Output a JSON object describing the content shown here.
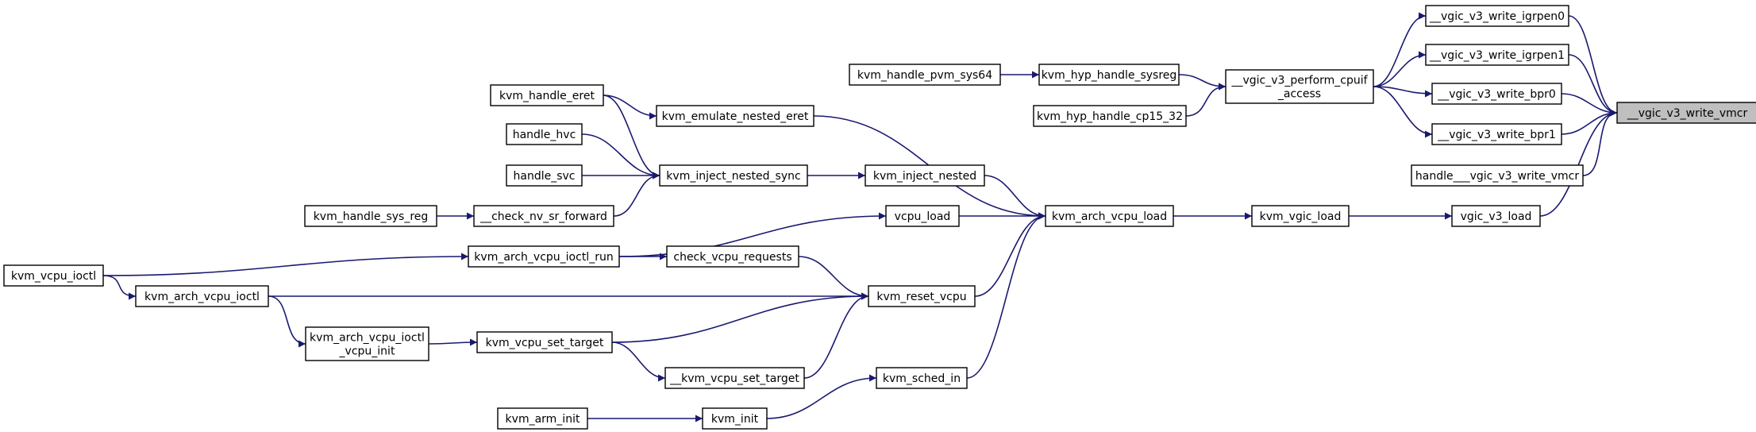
{
  "graph": {
    "edge_color": "#191970",
    "focus_fill": "#bfbfbf",
    "nodes": [
      {
        "id": "n_vmcr",
        "lines": [
          "__vgic_v3_write_vmcr"
        ],
        "focus": true
      },
      {
        "id": "n_igrpen0",
        "lines": [
          "__vgic_v3_write_igrpen0"
        ]
      },
      {
        "id": "n_igrpen1",
        "lines": [
          "__vgic_v3_write_igrpen1"
        ]
      },
      {
        "id": "n_bpr0",
        "lines": [
          "__vgic_v3_write_bpr0"
        ]
      },
      {
        "id": "n_bpr1",
        "lines": [
          "__vgic_v3_write_bpr1"
        ]
      },
      {
        "id": "n_handle_vmcr",
        "lines": [
          "handle___vgic_v3_write_vmcr"
        ]
      },
      {
        "id": "n_vgic_v3_load",
        "lines": [
          "vgic_v3_load"
        ]
      },
      {
        "id": "n_cpuif",
        "lines": [
          "__vgic_v3_perform_cpuif",
          "_access"
        ]
      },
      {
        "id": "n_kvm_vgic_load",
        "lines": [
          "kvm_vgic_load"
        ]
      },
      {
        "id": "n_hyp_sysreg",
        "lines": [
          "kvm_hyp_handle_sysreg"
        ]
      },
      {
        "id": "n_hyp_cp15",
        "lines": [
          "kvm_hyp_handle_cp15_32"
        ]
      },
      {
        "id": "n_pvm_sys64",
        "lines": [
          "kvm_handle_pvm_sys64"
        ]
      },
      {
        "id": "n_arch_vcpu_load",
        "lines": [
          "kvm_arch_vcpu_load"
        ]
      },
      {
        "id": "n_emul_eret",
        "lines": [
          "kvm_emulate_nested_eret"
        ]
      },
      {
        "id": "n_inject_nested",
        "lines": [
          "kvm_inject_nested"
        ]
      },
      {
        "id": "n_vcpu_load",
        "lines": [
          "vcpu_load"
        ]
      },
      {
        "id": "n_reset_vcpu",
        "lines": [
          "kvm_reset_vcpu"
        ]
      },
      {
        "id": "n_sched_in",
        "lines": [
          "kvm_sched_in"
        ]
      },
      {
        "id": "n_handle_eret",
        "lines": [
          "kvm_handle_eret"
        ]
      },
      {
        "id": "n_inject_sync",
        "lines": [
          "kvm_inject_nested_sync"
        ]
      },
      {
        "id": "n_handle_hvc",
        "lines": [
          "handle_hvc"
        ]
      },
      {
        "id": "n_handle_svc",
        "lines": [
          "handle_svc"
        ]
      },
      {
        "id": "n_check_nv",
        "lines": [
          "__check_nv_sr_forward"
        ]
      },
      {
        "id": "n_sys_reg",
        "lines": [
          "kvm_handle_sys_reg"
        ]
      },
      {
        "id": "n_ioctl_run",
        "lines": [
          "kvm_arch_vcpu_ioctl_run"
        ]
      },
      {
        "id": "n_check_req",
        "lines": [
          "check_vcpu_requests"
        ]
      },
      {
        "id": "n_vcpu_ioctl",
        "lines": [
          "kvm_vcpu_ioctl"
        ]
      },
      {
        "id": "n_arch_ioctl",
        "lines": [
          "kvm_arch_vcpu_ioctl"
        ]
      },
      {
        "id": "n_ioctl_init",
        "lines": [
          "kvm_arch_vcpu_ioctl",
          "_vcpu_init"
        ]
      },
      {
        "id": "n_set_target",
        "lines": [
          "kvm_vcpu_set_target"
        ]
      },
      {
        "id": "n_set_target2",
        "lines": [
          "__kvm_vcpu_set_target"
        ]
      },
      {
        "id": "n_kvm_init",
        "lines": [
          "kvm_init"
        ]
      },
      {
        "id": "n_arm_init",
        "lines": [
          "kvm_arm_init"
        ]
      }
    ],
    "edges": [
      [
        "n_igrpen0",
        "n_vmcr"
      ],
      [
        "n_igrpen1",
        "n_vmcr"
      ],
      [
        "n_bpr0",
        "n_vmcr"
      ],
      [
        "n_bpr1",
        "n_vmcr"
      ],
      [
        "n_handle_vmcr",
        "n_vmcr"
      ],
      [
        "n_vgic_v3_load",
        "n_vmcr"
      ],
      [
        "n_cpuif",
        "n_igrpen0"
      ],
      [
        "n_cpuif",
        "n_igrpen1"
      ],
      [
        "n_cpuif",
        "n_bpr0"
      ],
      [
        "n_cpuif",
        "n_bpr1"
      ],
      [
        "n_hyp_sysreg",
        "n_cpuif"
      ],
      [
        "n_hyp_cp15",
        "n_cpuif"
      ],
      [
        "n_pvm_sys64",
        "n_hyp_sysreg"
      ],
      [
        "n_kvm_vgic_load",
        "n_vgic_v3_load"
      ],
      [
        "n_arch_vcpu_load",
        "n_kvm_vgic_load"
      ],
      [
        "n_emul_eret",
        "n_arch_vcpu_load"
      ],
      [
        "n_inject_nested",
        "n_arch_vcpu_load"
      ],
      [
        "n_vcpu_load",
        "n_arch_vcpu_load"
      ],
      [
        "n_reset_vcpu",
        "n_arch_vcpu_load"
      ],
      [
        "n_sched_in",
        "n_arch_vcpu_load"
      ],
      [
        "n_handle_eret",
        "n_emul_eret"
      ],
      [
        "n_inject_sync",
        "n_inject_nested"
      ],
      [
        "n_handle_eret",
        "n_inject_sync"
      ],
      [
        "n_handle_hvc",
        "n_inject_sync"
      ],
      [
        "n_handle_svc",
        "n_inject_sync"
      ],
      [
        "n_check_nv",
        "n_inject_sync"
      ],
      [
        "n_sys_reg",
        "n_check_nv"
      ],
      [
        "n_ioctl_run",
        "n_vcpu_load"
      ],
      [
        "n_check_req",
        "n_reset_vcpu"
      ],
      [
        "n_ioctl_run",
        "n_check_req"
      ],
      [
        "n_vcpu_ioctl",
        "n_ioctl_run"
      ],
      [
        "n_vcpu_ioctl",
        "n_arch_ioctl"
      ],
      [
        "n_arch_ioctl",
        "n_reset_vcpu"
      ],
      [
        "n_arch_ioctl",
        "n_ioctl_init"
      ],
      [
        "n_ioctl_init",
        "n_set_target"
      ],
      [
        "n_set_target",
        "n_reset_vcpu"
      ],
      [
        "n_set_target",
        "n_set_target2"
      ],
      [
        "n_set_target2",
        "n_reset_vcpu"
      ],
      [
        "n_kvm_init",
        "n_sched_in"
      ],
      [
        "n_arm_init",
        "n_kvm_init"
      ]
    ]
  }
}
